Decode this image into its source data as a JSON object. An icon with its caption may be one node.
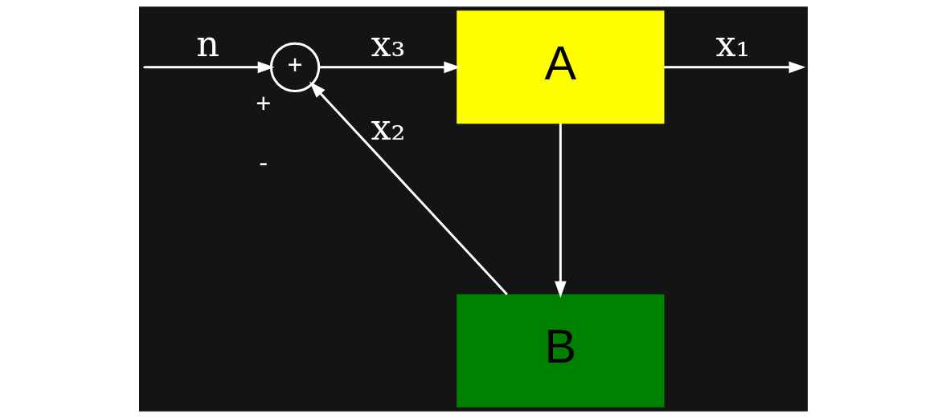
{
  "diagram": {
    "nodes": [
      {
        "text": [
          "+"
        ],
        "beside": [
          "+",
          "-"
        ]
      },
      {
        "text": [
          "A"
        ]
      },
      {
        "text": [
          "B"
        ]
      }
    ],
    "edges": [
      {
        "from": null,
        "to": 0,
        "arrow": "to",
        "label": "n"
      },
      {
        "from": 0,
        "to": 1,
        "arrow": "to",
        "label": "x₃"
      },
      {
        "from": 1,
        "to": null,
        "arrow": "to",
        "label": "x₁"
      },
      {
        "from": 1,
        "to": 2,
        "arrow": "to"
      },
      {
        "from": 2,
        "to": 0,
        "arrow": "to",
        "label": "x₂"
      }
    ]
  }
}
